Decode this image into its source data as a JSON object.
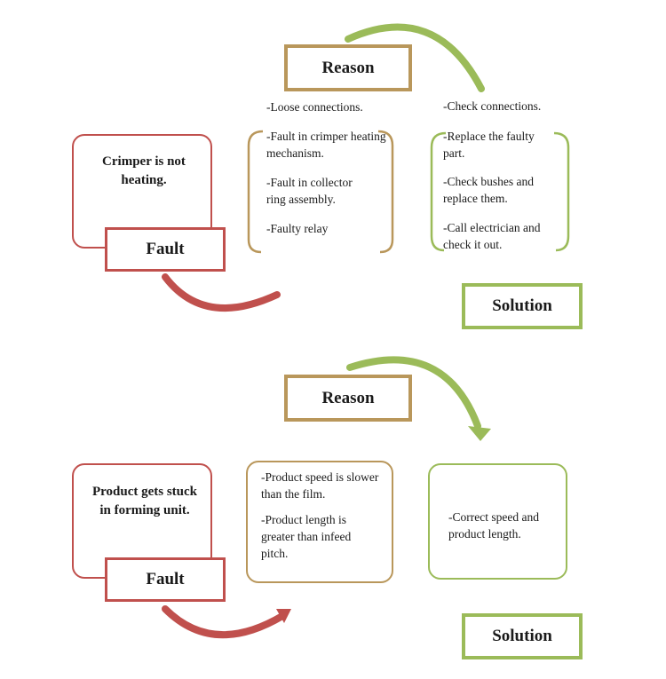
{
  "colors": {
    "fault": "#c0504d",
    "reason": "#b9975b",
    "solution": "#9bbb59"
  },
  "panel1": {
    "reason_label": "Reason",
    "fault_label": "Fault",
    "solution_label": "Solution",
    "fault_text": "Crimper is not heating.",
    "reasons": [
      "-Loose connections.",
      "-Fault in crimper heating mechanism.",
      "-Fault in collector ring assembly.",
      "-Faulty relay"
    ],
    "solutions": [
      "-Check connections.",
      "-Replace the faulty part.",
      "-Check bushes and replace them.",
      "-Call electrician and check it out."
    ]
  },
  "panel2": {
    "reason_label": "Reason",
    "fault_label": "Fault",
    "solution_label": "Solution",
    "fault_text": "Product gets stuck in forming unit.",
    "reasons": [
      "-Product speed is slower than the film.",
      "-Product length is greater than infeed pitch."
    ],
    "solutions": [
      "-Correct speed and product length."
    ]
  }
}
